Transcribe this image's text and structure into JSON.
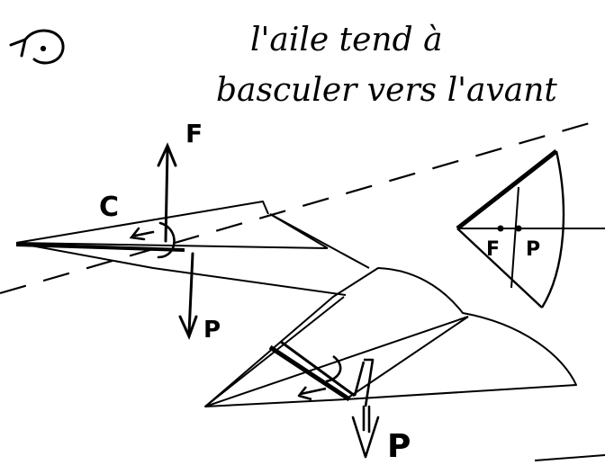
{
  "caption": {
    "line1": "l'aile tend à",
    "line2": "basculer vers l'avant"
  },
  "labels": {
    "force_top": "F",
    "torque": "C",
    "weight_left": "P",
    "weight_bottom": "P",
    "inset_f": "F",
    "inset_p": "P"
  },
  "icons": {
    "rotate": "counterclockwise-rotation-icon"
  }
}
